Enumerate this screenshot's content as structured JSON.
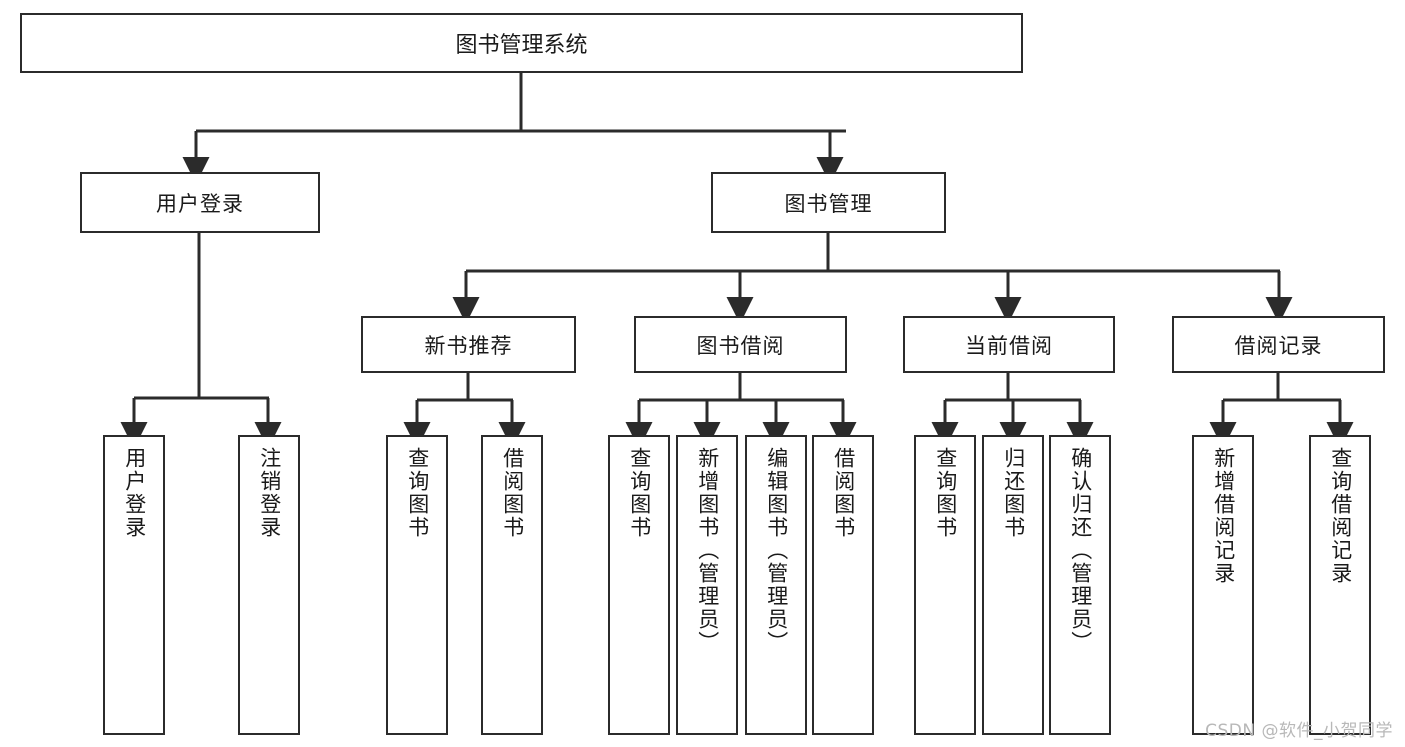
{
  "diagram": {
    "title": "图书管理系统",
    "root": {
      "label": "图书管理系统"
    },
    "level1": [
      {
        "label": "用户登录"
      },
      {
        "label": "图书管理"
      }
    ],
    "level2": [
      {
        "label": "新书推荐"
      },
      {
        "label": "图书借阅"
      },
      {
        "label": "当前借阅"
      },
      {
        "label": "借阅记录"
      }
    ],
    "leaves": {
      "user_login": [
        {
          "label": "用户登录"
        },
        {
          "label": "注销登录"
        }
      ],
      "new_book_recommend": [
        {
          "label": "查询图书"
        },
        {
          "label": "借阅图书"
        }
      ],
      "book_borrow": [
        {
          "label": "查询图书"
        },
        {
          "label": "新增图书（管理员）"
        },
        {
          "label": "编辑图书（管理员）"
        },
        {
          "label": "借阅图书"
        }
      ],
      "current_borrow": [
        {
          "label": "查询图书"
        },
        {
          "label": "归还图书"
        },
        {
          "label": "确认归还（管理员）"
        }
      ],
      "borrow_record": [
        {
          "label": "新增借阅记录"
        },
        {
          "label": "查询借阅记录"
        }
      ]
    }
  },
  "watermark": {
    "text": "CSDN @软件_小贺同学"
  },
  "colors": {
    "border": "#2b2b2b",
    "text": "#1a1a1a",
    "background": "#ffffff",
    "watermark": "#b8b8b8"
  }
}
